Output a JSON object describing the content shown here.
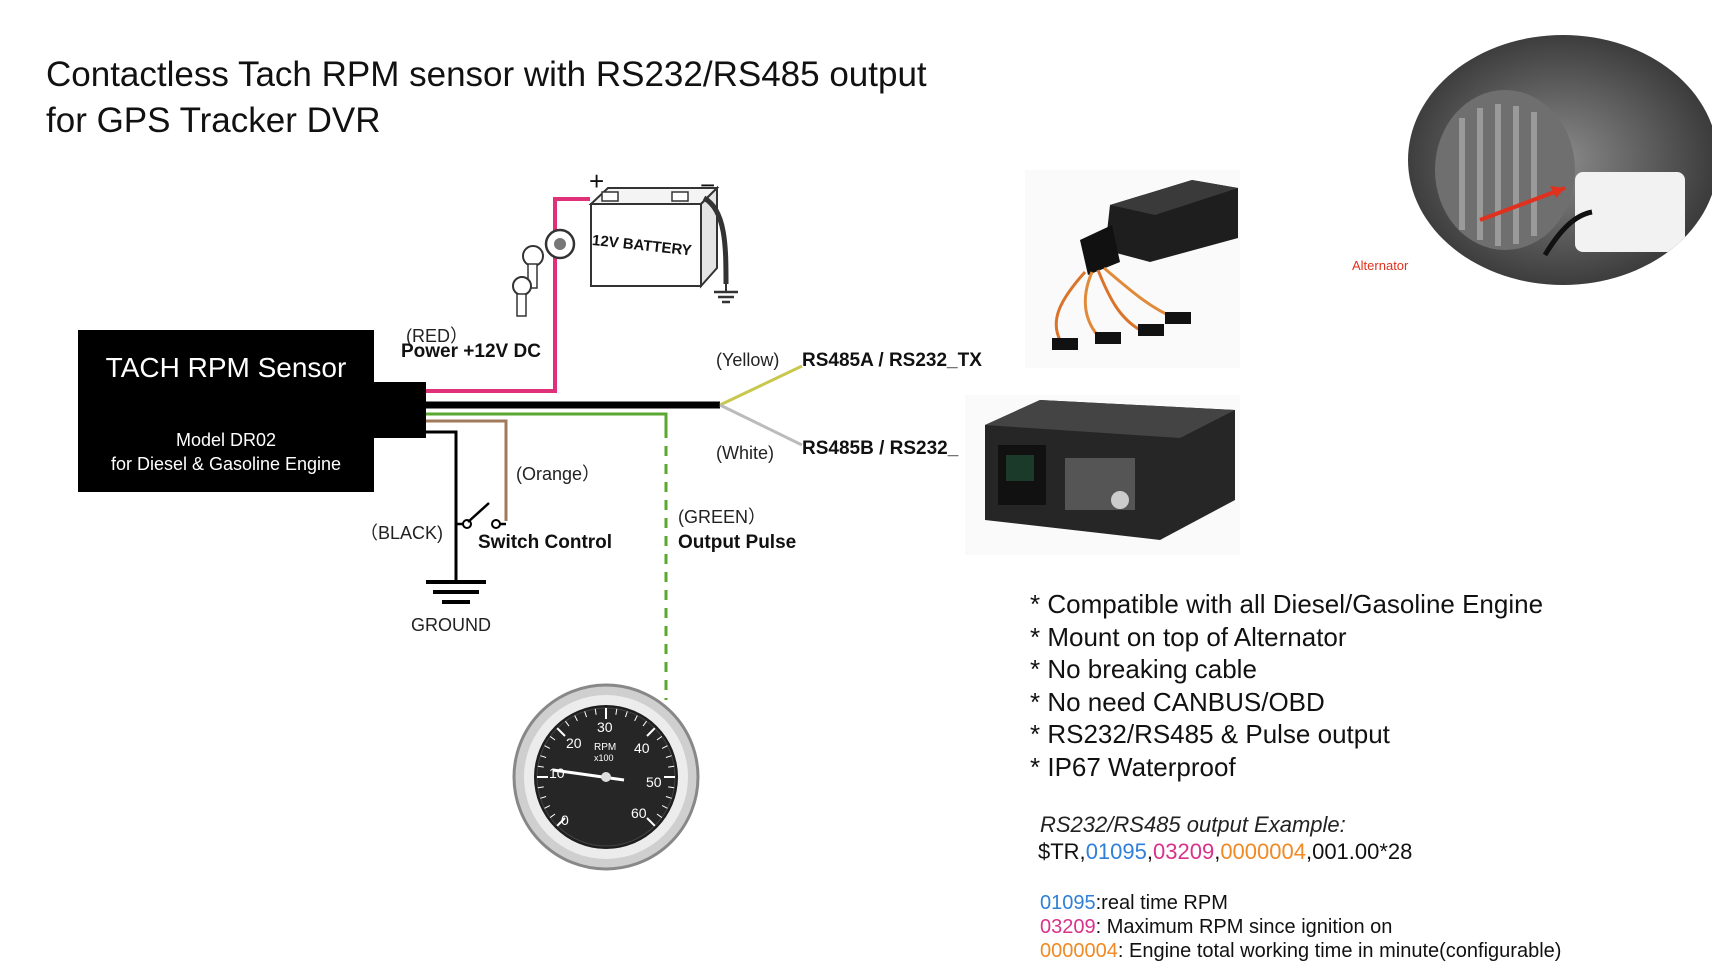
{
  "title_line1": "Contactless Tach RPM sensor with RS232/RS485 output",
  "title_line2": "for GPS Tracker DVR",
  "sensor": {
    "name": "TACH RPM Sensor",
    "model": "Model DR02",
    "engine": "for  Diesel & Gasoline Engine"
  },
  "battery_label": "12V BATTERY",
  "battery_plus": "+",
  "battery_minus": "−",
  "wires": {
    "red_color": "(RED）",
    "red_desc": "Power +12V DC",
    "yellow_color": "(Yellow)",
    "yellow_desc": "RS485A / RS232_TX",
    "white_color": "(White)",
    "white_desc": "RS485B / RS232_",
    "orange_color": "(Orange）",
    "black_color": "（BLACK)",
    "switch_desc": "Switch Control",
    "green_color": "(GREEN）",
    "green_desc": "Output Pulse",
    "ground": "GROUND"
  },
  "gauge": {
    "ticks": [
      "0",
      "10",
      "20",
      "30",
      "40",
      "50",
      "60"
    ],
    "unit": "RPM",
    "multiplier": "x100"
  },
  "photo_label": "Alternator",
  "features": [
    "* Compatible with all Diesel/Gasoline Engine",
    "* Mount on top of Alternator",
    "* No breaking cable",
    "* No need CANBUS/OBD",
    "* RS232/RS485  & Pulse output",
    "* IP67 Waterproof"
  ],
  "example": {
    "title": "RS232/RS485 output Example:",
    "prefix": "$TR,",
    "rpm": "01095",
    "comma1": ",",
    "max_rpm": "03209",
    "comma2": ",",
    "work_time": "0000004",
    "suffix": ",001.00*28"
  },
  "legend": [
    {
      "code": "01095",
      "text": ":real time RPM"
    },
    {
      "code": "03209",
      "text": ": Maximum RPM since ignition on"
    },
    {
      "code": "0000004",
      "text": ": Engine total working time in minute(configurable)"
    }
  ],
  "colors": {
    "red_wire": "#e0307a",
    "black_wire": "#000000",
    "green_wire": "#5aa832",
    "orange_wire": "#a07a5a",
    "yellow_wire": "#c8c850",
    "rpm": "#2f7fd8",
    "max_rpm": "#d8328a",
    "work_time": "#f08a24"
  }
}
